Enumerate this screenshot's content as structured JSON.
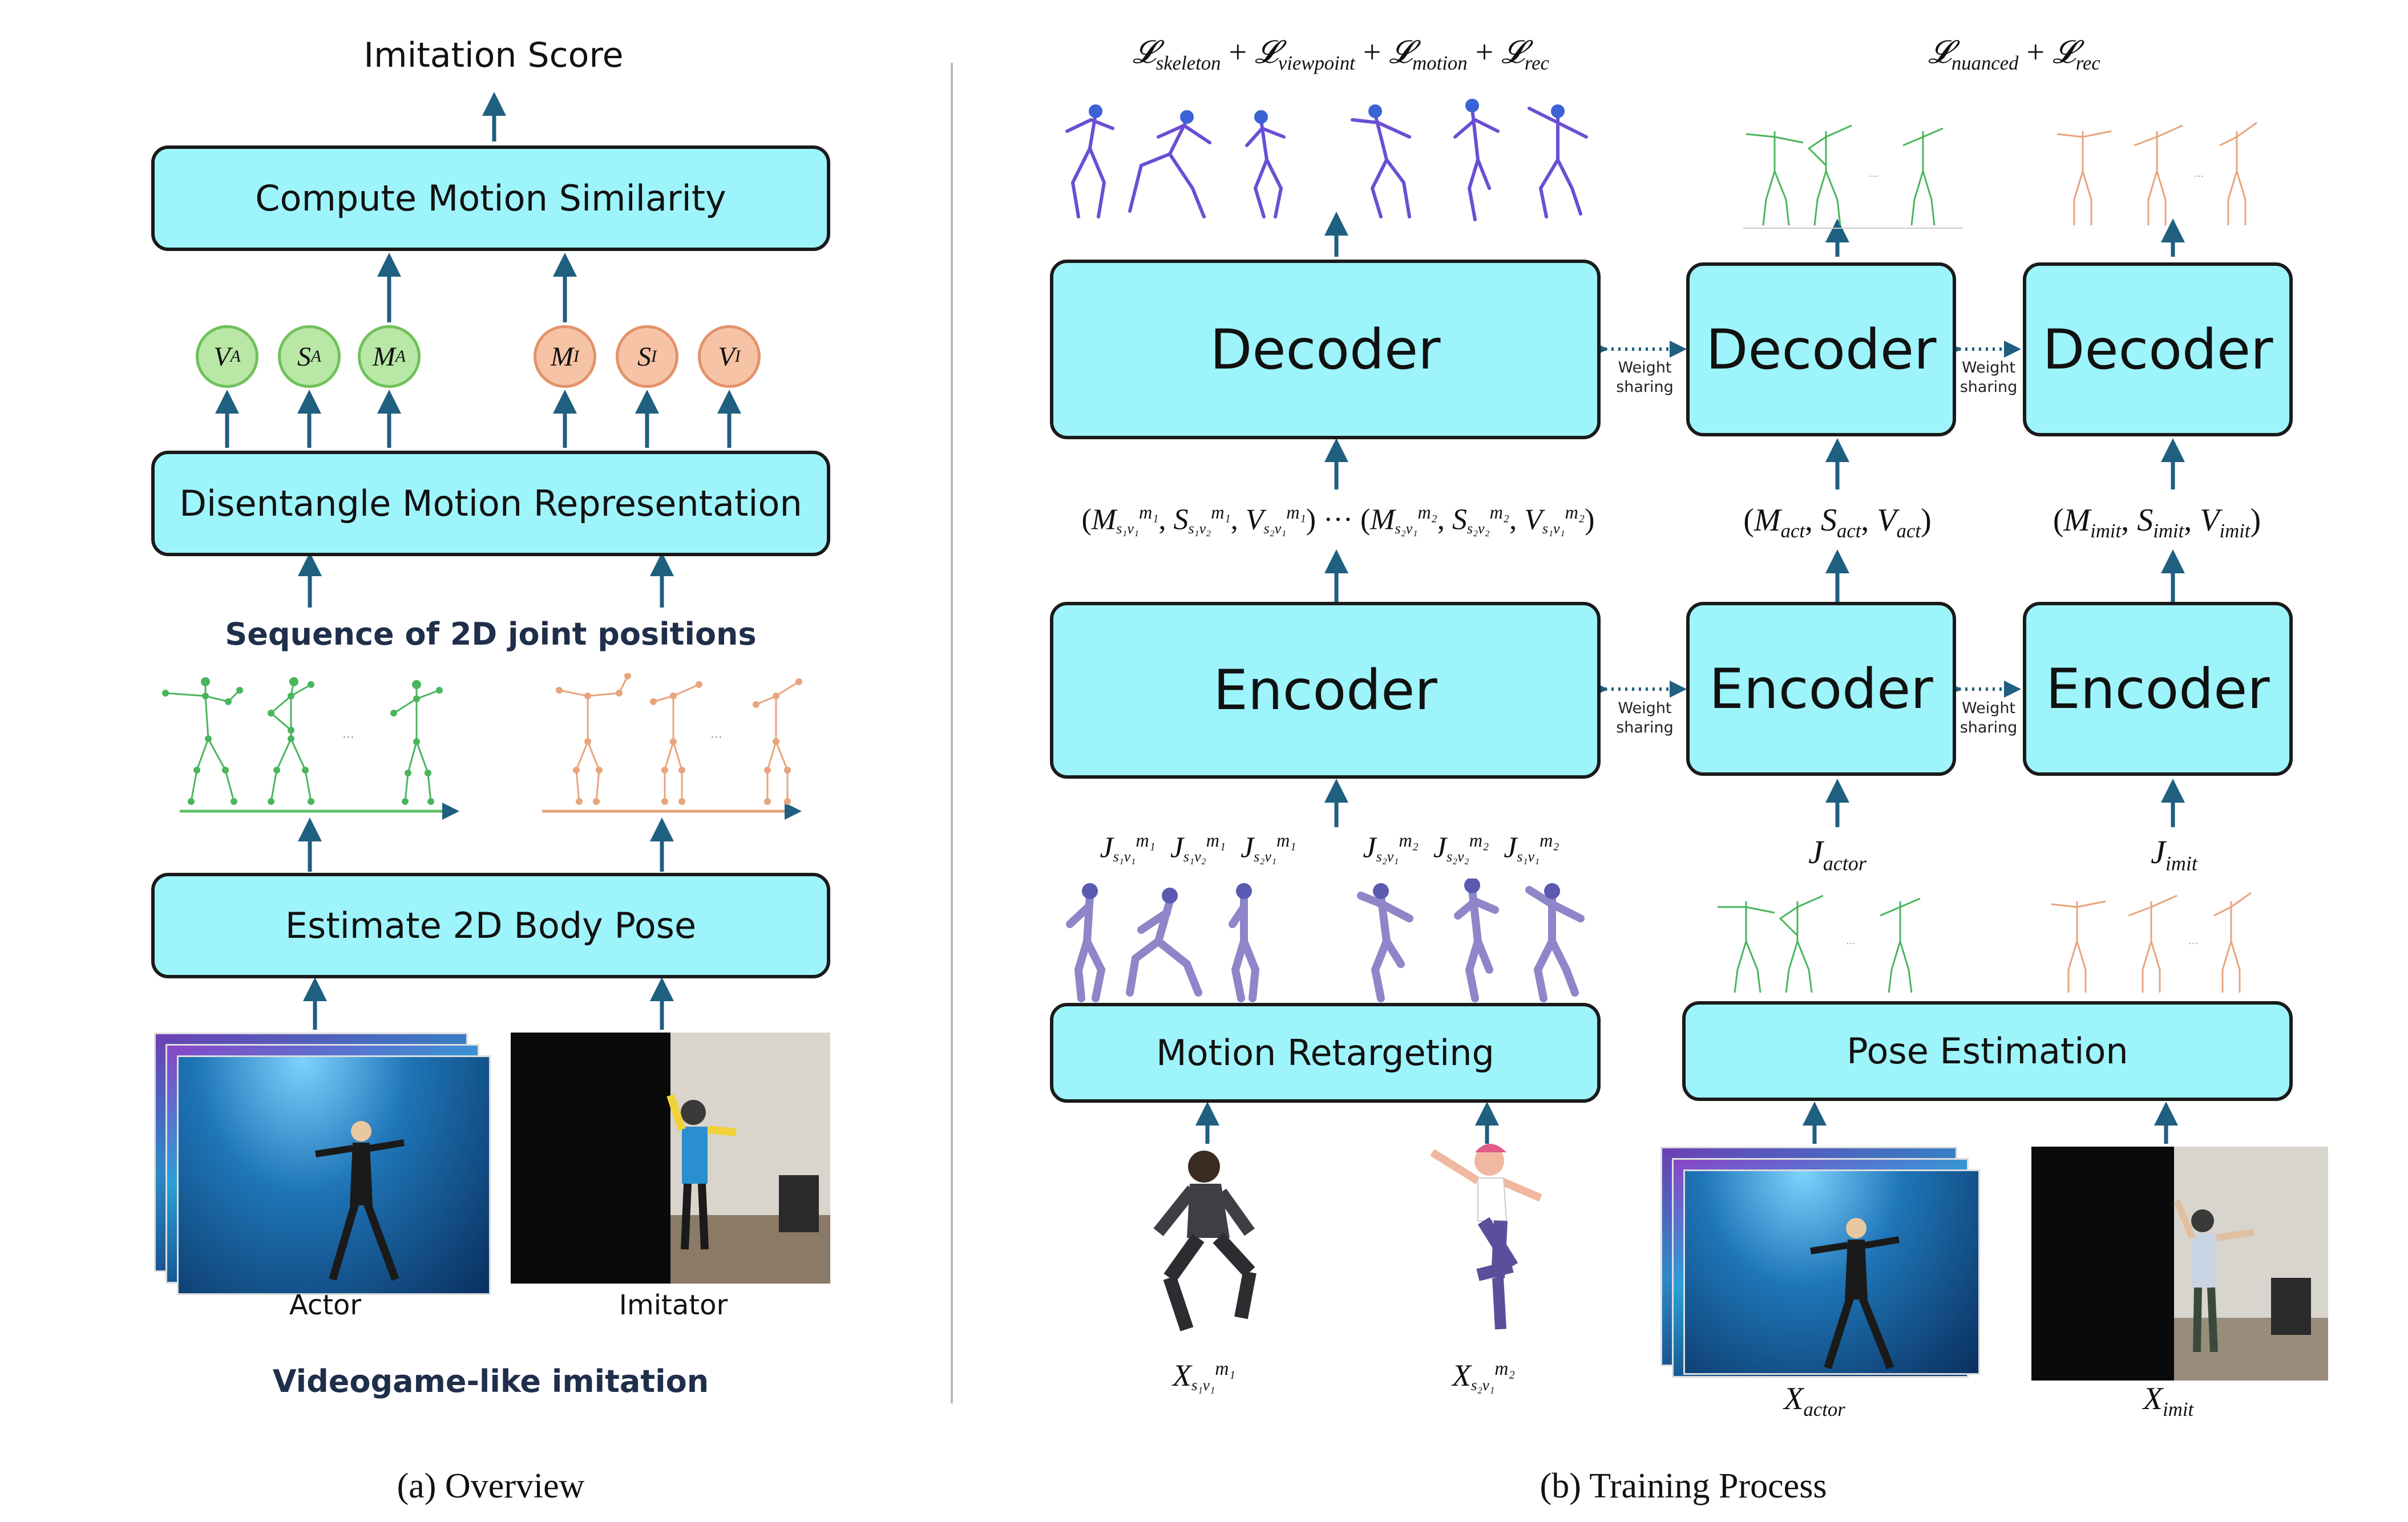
{
  "colors": {
    "box_fill": "#9ef4fb",
    "box_border": "#1a1a1a",
    "arrow": "#1f5f80",
    "green_fill": "#b9e7a6",
    "green_border": "#6fc15a",
    "orange_fill": "#f6c3a6",
    "orange_border": "#e3926a",
    "heading": "#1f2e4a"
  },
  "overview": {
    "output_label": "Imitation Score",
    "similarity_box": "Compute Motion Similarity",
    "actor_factors": [
      "V",
      "S",
      "M"
    ],
    "actor_sub": "A",
    "imitator_factors": [
      "M",
      "S",
      "V"
    ],
    "imitator_sub": "I",
    "disentangle_box": "Disentangle Motion Representation",
    "sequence_label": "Sequence of 2D joint positions",
    "estimate_box": "Estimate 2D Body Pose",
    "actor_caption": "Actor",
    "imitator_caption": "Imitator",
    "footer": "Videogame-like imitation",
    "caption": "(a) Overview"
  },
  "training": {
    "caption": "(b) Training Process",
    "loss_left": [
      "skeleton",
      "viewpoint",
      "motion",
      "rec"
    ],
    "loss_right": [
      "nuanced",
      "rec"
    ],
    "decoder_label": "Decoder",
    "encoder_label": "Encoder",
    "weight_sharing": [
      "Weight",
      "sharing"
    ],
    "latent_act": [
      "act",
      "act",
      "act"
    ],
    "latent_imit": [
      "imit",
      "imit",
      "imit"
    ],
    "j_actor_sub": "actor",
    "j_imit_sub": "imit",
    "retarget_box": "Motion Retargeting",
    "pose_box": "Pose Estimation",
    "x_actor_sub": "actor",
    "x_imit_sub": "imit"
  }
}
